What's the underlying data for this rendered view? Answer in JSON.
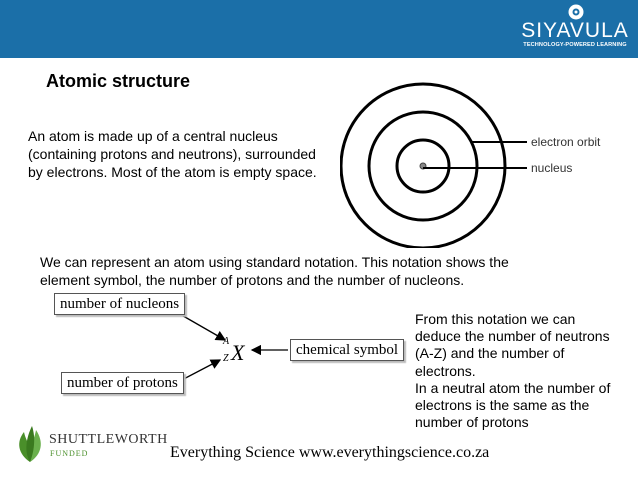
{
  "brand": {
    "name": "SIYAVULA",
    "tagline": "TECHNOLOGY-POWERED LEARNING",
    "header_color": "#1b6fa8"
  },
  "slide": {
    "title": "Atomic structure",
    "intro_text": "An atom is made up of a central nucleus (containing protons and neutrons), surrounded by electrons. Most of the atom is empty space.",
    "atom_labels": {
      "electron_orbit": "electron orbit",
      "nucleus": "nucleus"
    },
    "notation_text": "We can represent an atom using standard notation. This notation shows the element symbol, the number of protons and the number of nucleons.",
    "notation_diagram": {
      "nucleons_label": "number of nucleons",
      "protons_label": "number of protons",
      "symbol_label": "chemical symbol",
      "mass_number": "A",
      "atomic_number": "Z",
      "symbol": "X"
    },
    "deduce_text": "From this notation we can deduce the number of neutrons (A-Z) and the number of electrons.\nIn a neutral atom the number of electrons is the same as the number of protons"
  },
  "footer": {
    "sponsor_name": "SHUTTLEWORTH",
    "sponsor_sub": "FUNDED",
    "text": "Everything Science www.everythingscience.co.za",
    "sponsor_color": "#4a8f2a"
  }
}
